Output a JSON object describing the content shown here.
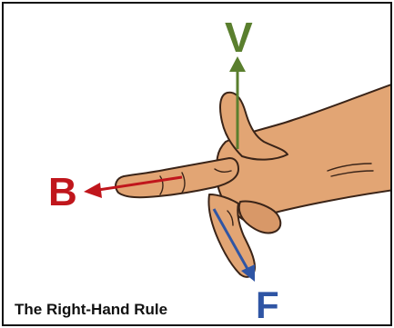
{
  "caption": "The Right-Hand Rule",
  "labels": {
    "v": "V",
    "b": "B",
    "f": "F"
  },
  "colors": {
    "v": "#5a7f2e",
    "b": "#c0161c",
    "f": "#2f55a4",
    "skin": "#e2a574",
    "skin_shadow": "#c8875a",
    "outline": "#3a2418",
    "border": "#111111"
  }
}
